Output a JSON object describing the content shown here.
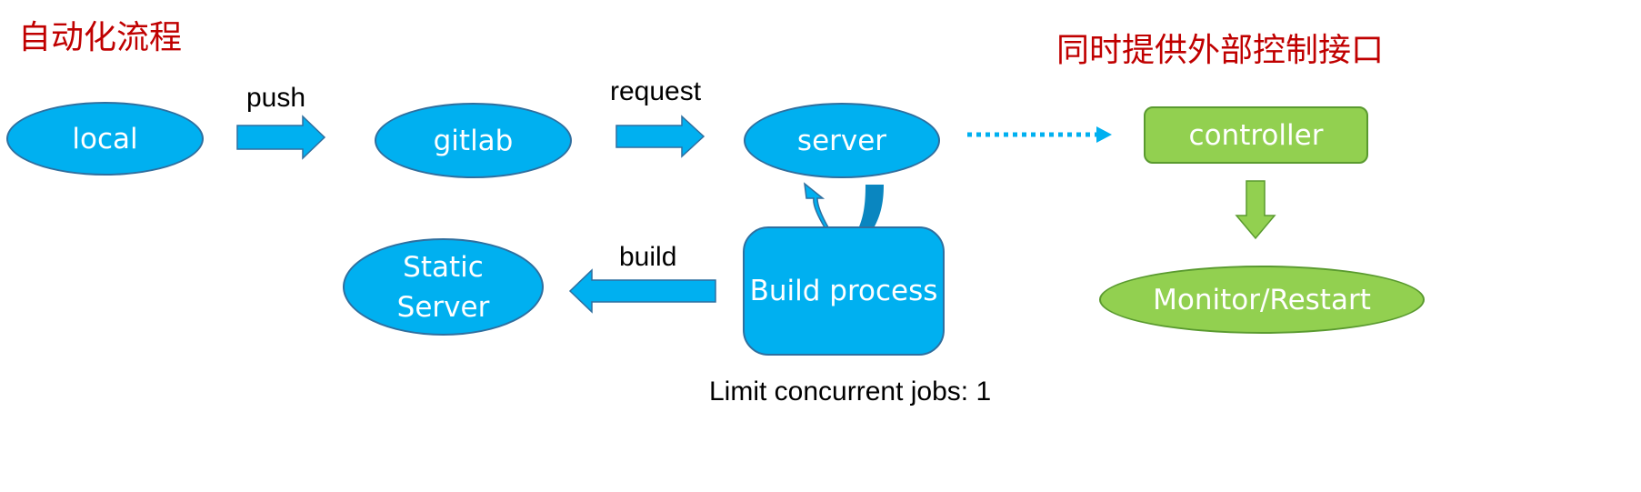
{
  "titles": {
    "left": "自动化流程",
    "right": "同时提供外部控制接口"
  },
  "nodes": {
    "local": "local",
    "gitlab": "gitlab",
    "server": "server",
    "static_server": [
      "Static",
      "Server"
    ],
    "build_process": "Build process",
    "controller": "controller",
    "monitor_restart": "Monitor/Restart"
  },
  "edges": {
    "push": "push",
    "request": "request",
    "build": "build"
  },
  "note": "Limit concurrent jobs: 1",
  "colors": {
    "blue_fill": "#00b0f0",
    "blue_border": "#2f6f9f",
    "green_fill": "#92d050",
    "green_border": "#5a9a2f",
    "title_red": "#c00000",
    "dark_blue": "#0a86c0"
  }
}
